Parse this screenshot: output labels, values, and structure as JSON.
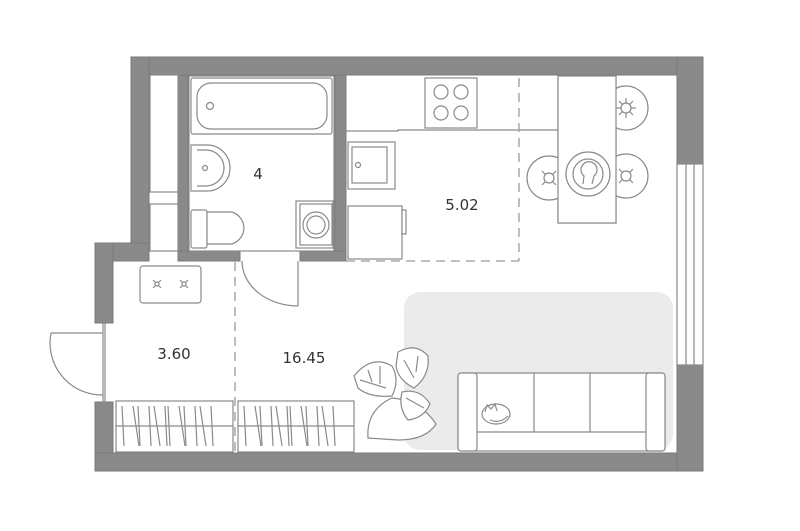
{
  "rooms": [
    {
      "id": "bathroom",
      "area": "4"
    },
    {
      "id": "kitchen",
      "area": "5.02"
    },
    {
      "id": "hall",
      "area": "3.60"
    },
    {
      "id": "living",
      "area": "16.45"
    }
  ],
  "colors": {
    "wall": "#8a8a8a",
    "outline": "#8a8a8a",
    "rug": "#ebebeb",
    "text": "#333333"
  }
}
